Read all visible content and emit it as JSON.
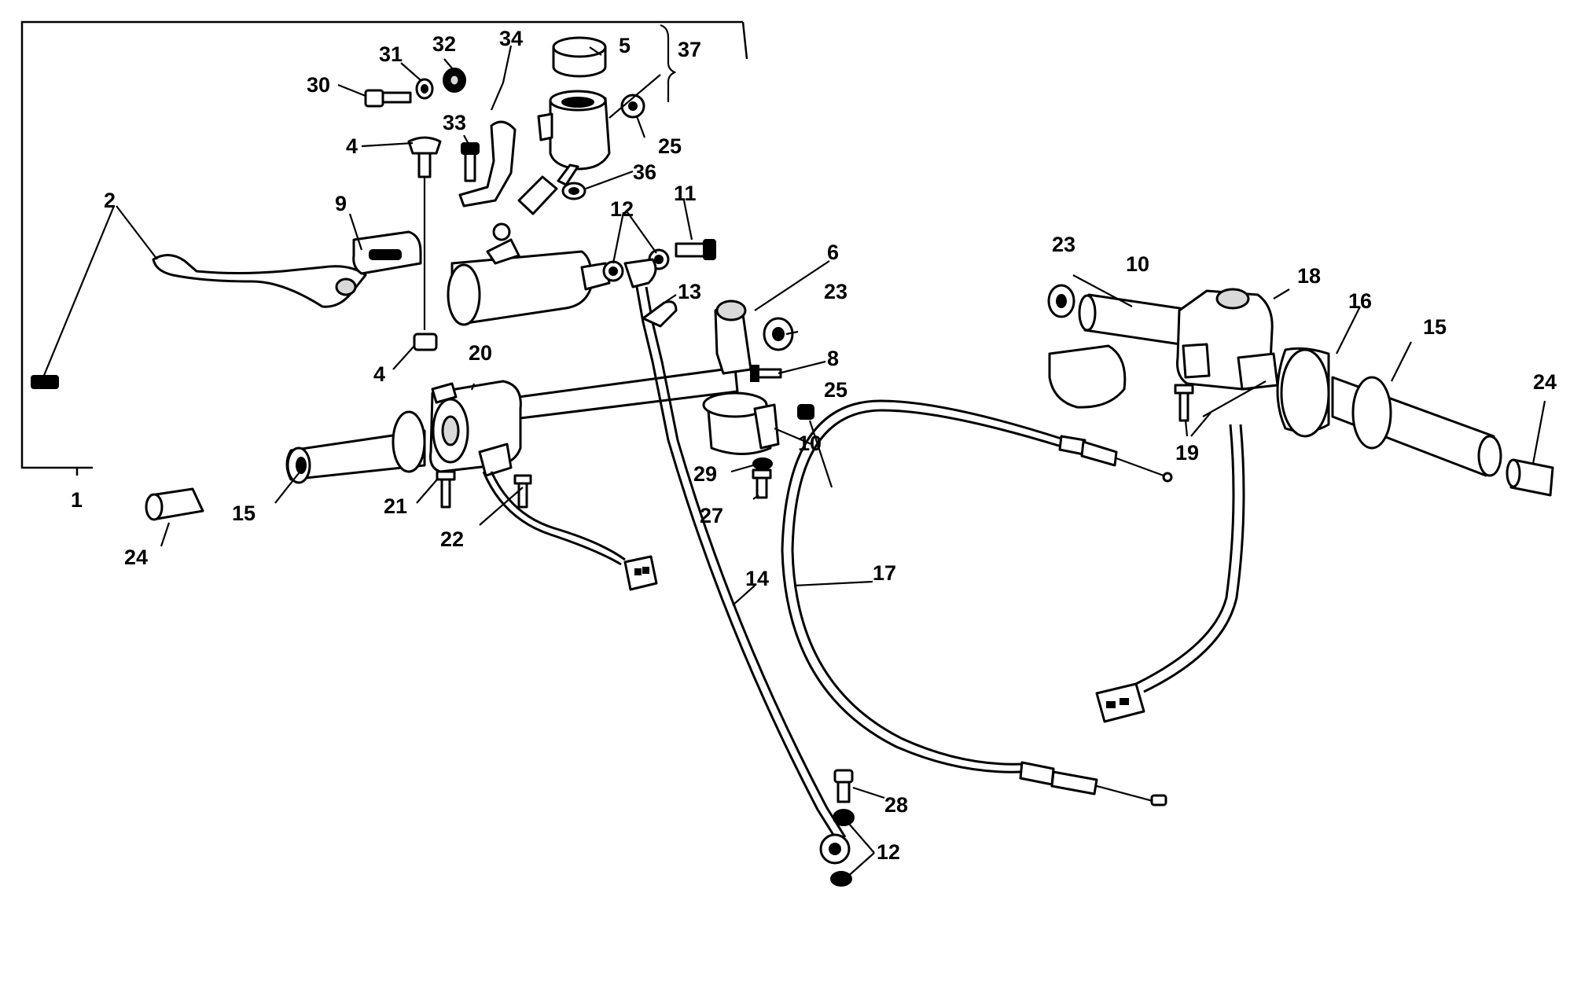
{
  "callouts": {
    "c1": "1",
    "c2": "2",
    "c4a": "4",
    "c4b": "4",
    "c5": "5",
    "c6": "6",
    "c8": "8",
    "c9": "9",
    "c10a": "10",
    "c10b": "10",
    "c11": "11",
    "c12a": "12",
    "c12b": "12",
    "c13": "13",
    "c14": "14",
    "c15a": "15",
    "c15b": "15",
    "c16": "16",
    "c17": "17",
    "c18": "18",
    "c19": "19",
    "c20": "20",
    "c21": "21",
    "c22": "22",
    "c23a": "23",
    "c23b": "23",
    "c24a": "24",
    "c24b": "24",
    "c25a": "25",
    "c25b": "25",
    "c27": "27",
    "c28": "28",
    "c29": "29",
    "c30": "30",
    "c31": "31",
    "c32": "32",
    "c33": "33",
    "c34": "34",
    "c36": "36",
    "c37": "37"
  }
}
